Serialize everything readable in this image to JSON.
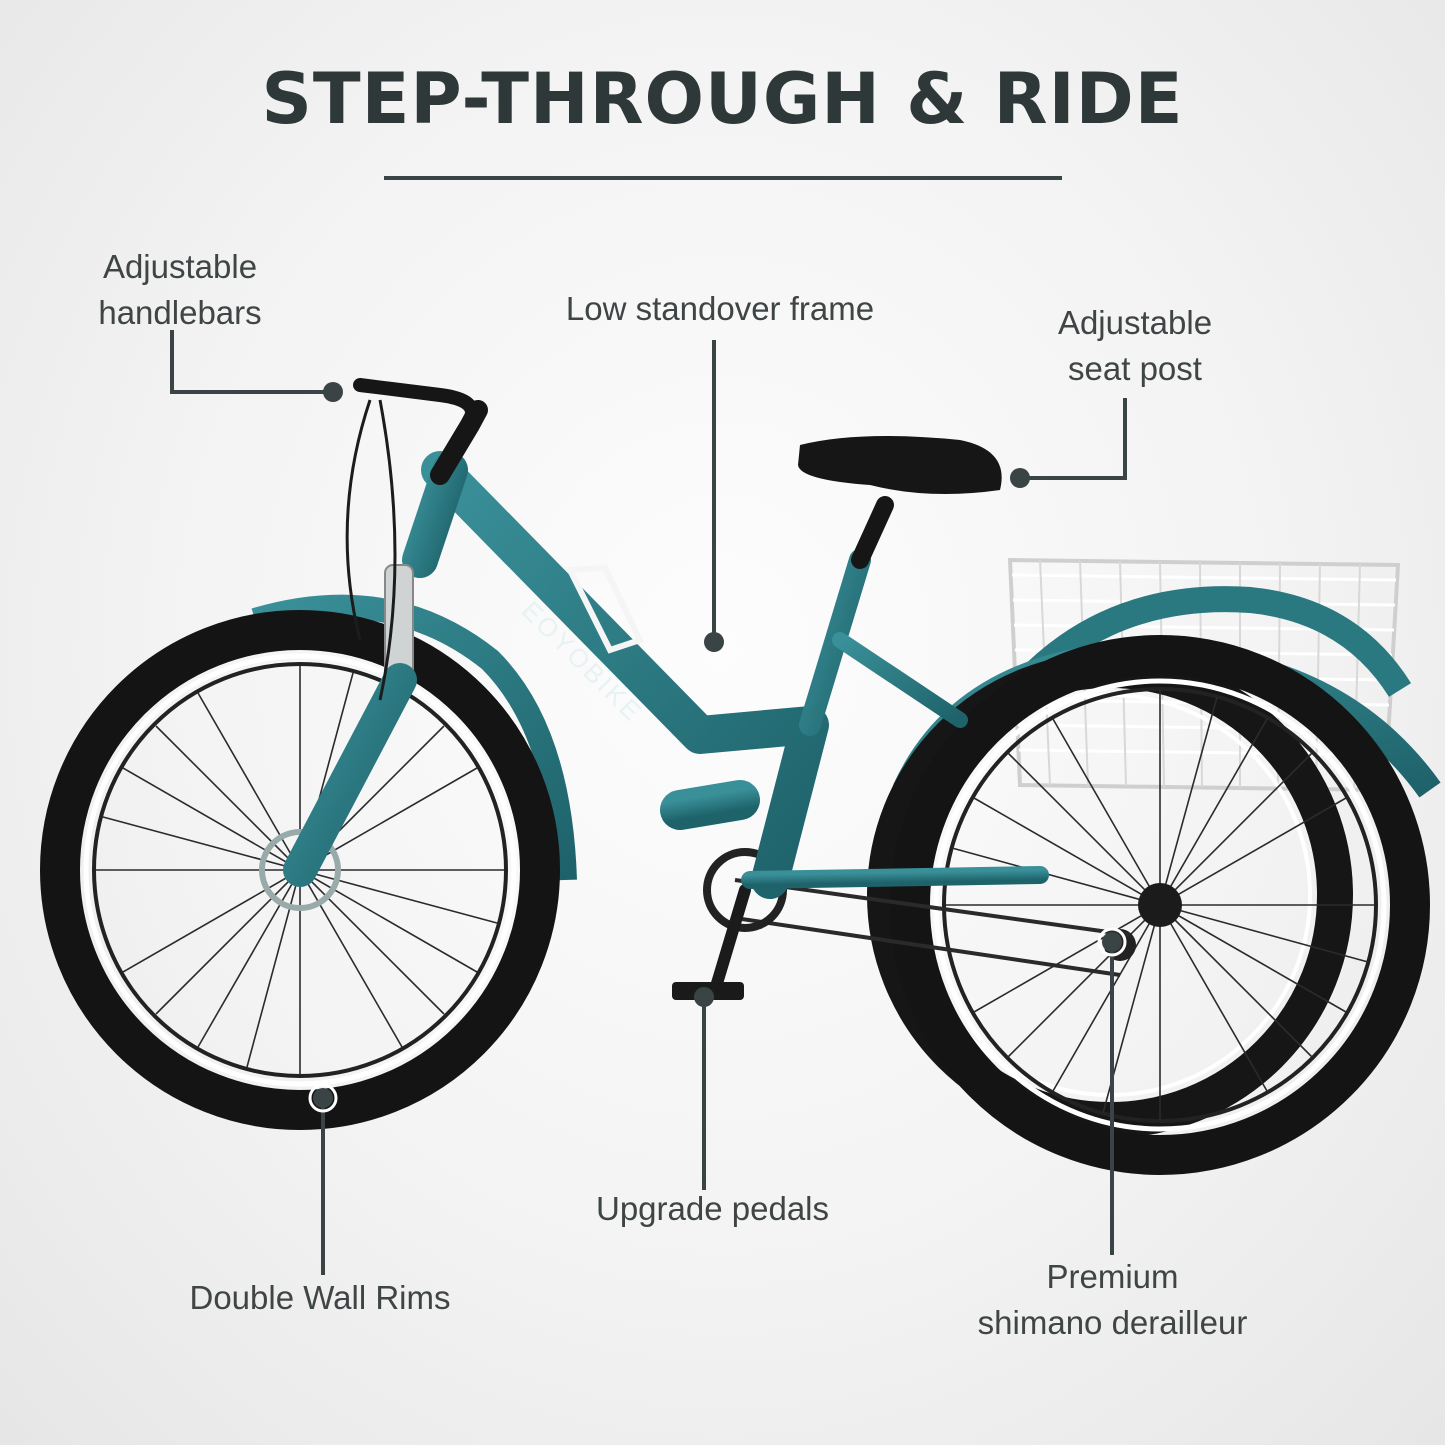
{
  "title": "STEP-THROUGH & RIDE",
  "brand_on_frame": "EOYOBIKE",
  "colors": {
    "frame": "#2c7d86",
    "frame_dark": "#1c5e66",
    "tire": "#161616",
    "text": "#3f4444",
    "callout": "#3a4444",
    "basket": "#ffffff"
  },
  "callouts": {
    "handlebars": [
      "Adjustable",
      "handlebars"
    ],
    "frame": [
      "Low standover frame"
    ],
    "seat_post": [
      "Adjustable",
      "seat post"
    ],
    "rims": [
      "Double Wall Rims"
    ],
    "pedals": [
      "Upgrade pedals"
    ],
    "derailleur": [
      "Premium",
      "shimano derailleur"
    ]
  }
}
